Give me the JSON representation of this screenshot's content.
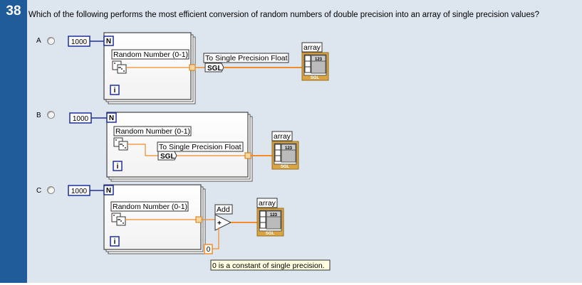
{
  "question": {
    "number": "38",
    "text": "Which of the following performs the most efficient conversion of random numbers of double precision into an array of single precision values?"
  },
  "options": [
    {
      "letter": "A",
      "count_constant": "1000",
      "loop_terminal": "N",
      "iteration_terminal": "i",
      "function_label": "Random Number (0-1)",
      "conversion_label": "To Single Precision Float",
      "conversion_node_text": "SGL",
      "indicator_label": "array",
      "indicator_type_text": "123",
      "indicator_dtype_text": "SGL"
    },
    {
      "letter": "B",
      "count_constant": "1000",
      "loop_terminal": "N",
      "iteration_terminal": "i",
      "function_label": "Random Number (0-1)",
      "conversion_label": "To Single Precision Float",
      "conversion_node_text": "SGL",
      "indicator_label": "array",
      "indicator_type_text": "123",
      "indicator_dtype_text": "SGL"
    },
    {
      "letter": "C",
      "count_constant": "1000",
      "loop_terminal": "N",
      "iteration_terminal": "i",
      "function_label": "Random Number (0-1)",
      "add_label": "Add",
      "constant_value": "0",
      "constant_note": "0 is a constant of single precision.",
      "indicator_label": "array",
      "indicator_type_text": "123",
      "indicator_dtype_text": "SGL"
    }
  ],
  "colors": {
    "left_bar": "#1f5c99",
    "panel_bg": "#dde5ee",
    "orange_wire": "#f28c28",
    "blue_terminal": "#1f2f9a",
    "indicator_bg": "#d9a441"
  }
}
